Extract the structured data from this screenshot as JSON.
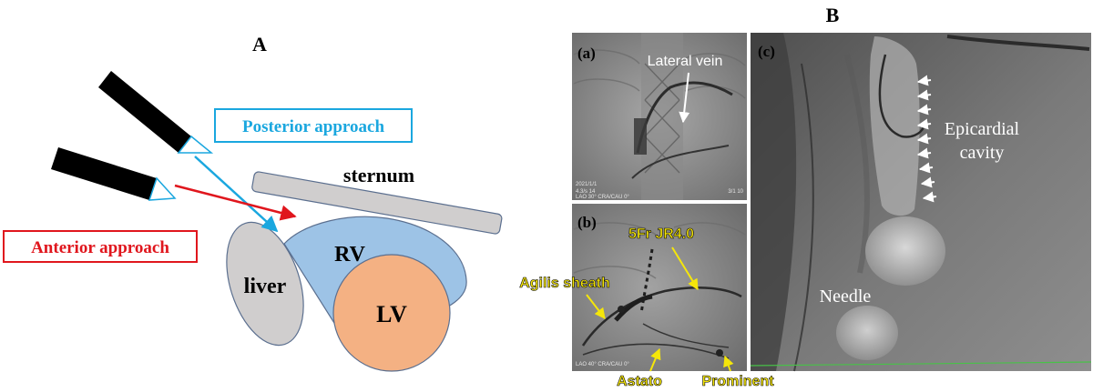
{
  "panel_a": {
    "label": "A",
    "posterior_label": "Posterior approach",
    "anterior_label": "Anterior approach",
    "sternum_label": "sternum",
    "rv_label": "RV",
    "lv_label": "LV",
    "liver_label": "liver",
    "colors": {
      "posterior": "#1aa7df",
      "anterior": "#e0161d",
      "rv": "#9dc3e6",
      "lv": "#f4b183",
      "liver": "#d0cece",
      "sternum": "#d0cece"
    }
  },
  "panel_b": {
    "label": "B",
    "sub_a": {
      "label": "(a)",
      "lateral_vein": "Lateral vein",
      "overlay_top": "2021/1/1",
      "overlay_top2": "4.3/s 14",
      "overlay_bottom": "LAO 30° CRA/CAU 0°",
      "overlay_bottom_right": "3/1 10"
    },
    "sub_b": {
      "label": "(b)",
      "catheter": "5Fr JR4.0",
      "sheath": "Agilis sheath",
      "astato": "Astato",
      "prominent": "Prominent",
      "overlay_bottom": "LAO 40° CRA/CAU 0°",
      "colors": {
        "callout": "#f5e60a"
      }
    },
    "sub_c": {
      "label": "(c)",
      "epicardial": "Epicardial\ncavity",
      "epicardial_line1": "Epicardial",
      "epicardial_line2": "cavity",
      "needle": "Needle"
    }
  }
}
